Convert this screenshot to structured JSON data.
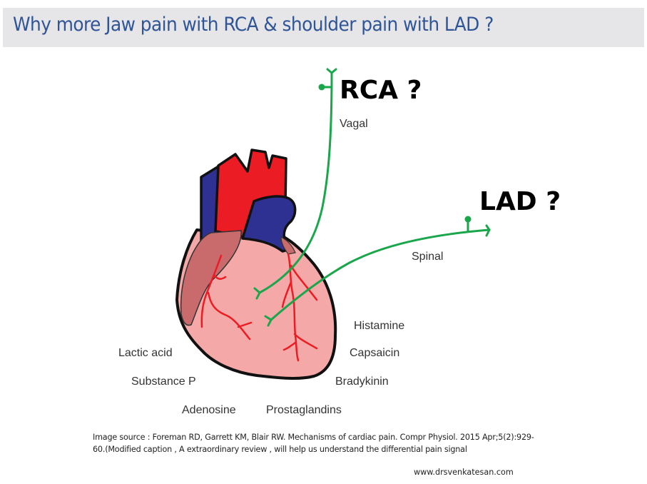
{
  "slide": {
    "title": "Why more Jaw pain with RCA  & shoulder pain with LAD ?",
    "colors": {
      "title_text": "#2f5597",
      "title_bg": "#e6e6e8",
      "nerve_green": "#1aa64a",
      "artery_red": "#ec1c24",
      "vein_blue": "#2e3192",
      "myocardium_pink": "#f4a9a8",
      "atrium_mauve": "#c96a6c",
      "outline": "#111111"
    }
  },
  "diagram": {
    "questions": {
      "rca": "RCA ?",
      "lad": "LAD ?"
    },
    "nerves": {
      "vagal": "Vagal",
      "spinal": "Spinal"
    },
    "mediators_left": [
      "Lactic acid",
      "Substance P",
      "Adenosine"
    ],
    "mediators_right": [
      "Histamine",
      "Capsaicin",
      "Bradykinin",
      "Prostaglandins"
    ]
  },
  "footer": {
    "caption": "Image source  : Foreman RD, Garrett KM, Blair RW. Mechanisms of cardiac pain. Compr Physiol. 2015 Apr;5(2):929-60.(Modified caption , A extraordinary review , will help us understand the differential pain signal",
    "website": "www.drsvenkatesan.com"
  }
}
